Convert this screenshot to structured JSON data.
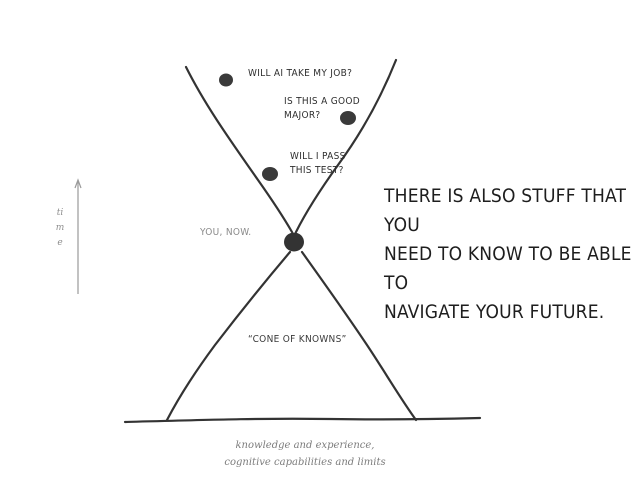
{
  "questions": [
    {
      "text": "Will AI take my job?"
    },
    {
      "text": "Is this a good\nmajor?"
    },
    {
      "text": "Will I pass\nthis test?"
    }
  ],
  "you_now": "You, now.",
  "cone_label": "“Cone of Knowns”",
  "statement": "There is also stuff that you\nneed to know to be able to\nnavigate your future.",
  "time_label": "time",
  "axis_label": "knowledge and experience,\ncognitive capabilities and limits",
  "colors": {
    "ink": "#2b2b2b",
    "dot": "#3a3a3a",
    "faint": "#8a8a8a"
  }
}
